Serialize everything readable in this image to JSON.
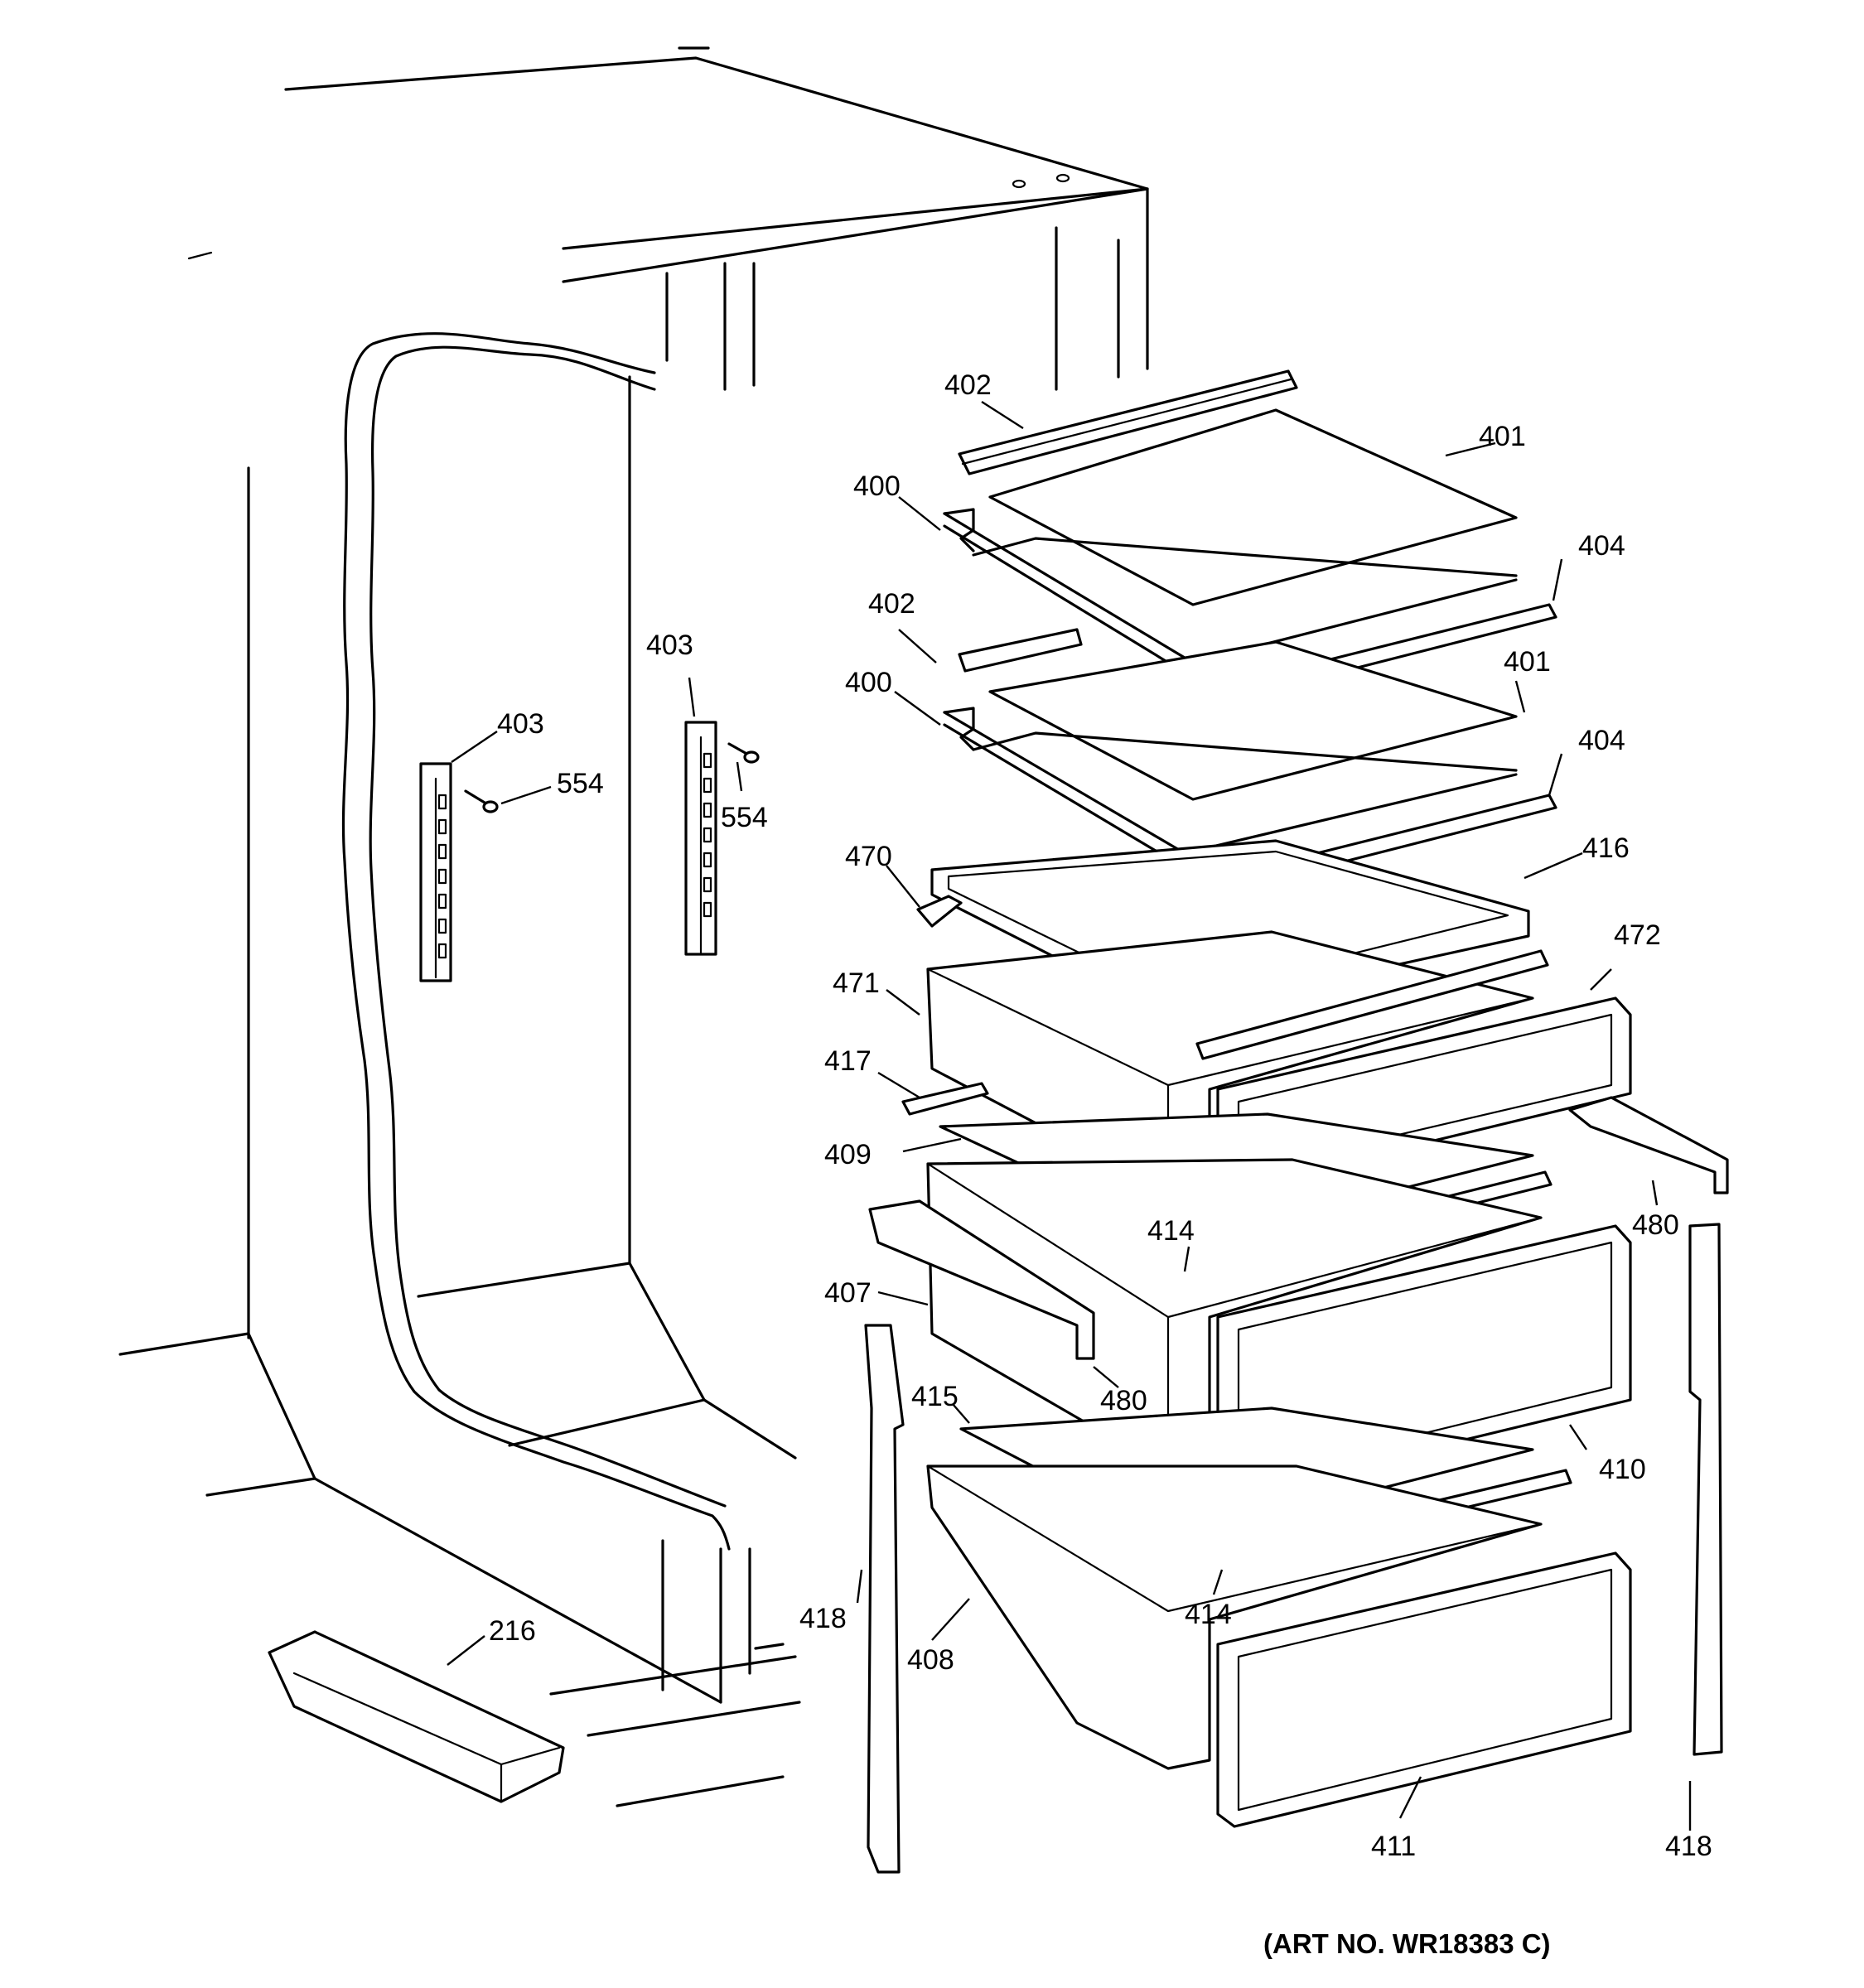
{
  "diagram": {
    "art_number": "(ART NO. WR18383 C)",
    "callouts": {
      "c216": "216",
      "c400a": "400",
      "c400b": "400",
      "c401a": "401",
      "c401b": "401",
      "c402a": "402",
      "c402b": "402",
      "c403a": "403",
      "c403b": "403",
      "c404a": "404",
      "c404b": "404",
      "c407": "407",
      "c408": "408",
      "c409": "409",
      "c410": "410",
      "c411": "411",
      "c414a": "414",
      "c414b": "414",
      "c415": "415",
      "c416": "416",
      "c417": "417",
      "c418a": "418",
      "c418b": "418",
      "c470": "470",
      "c471": "471",
      "c472": "472",
      "c480a": "480",
      "c480b": "480",
      "c554a": "554",
      "c554b": "554"
    }
  }
}
